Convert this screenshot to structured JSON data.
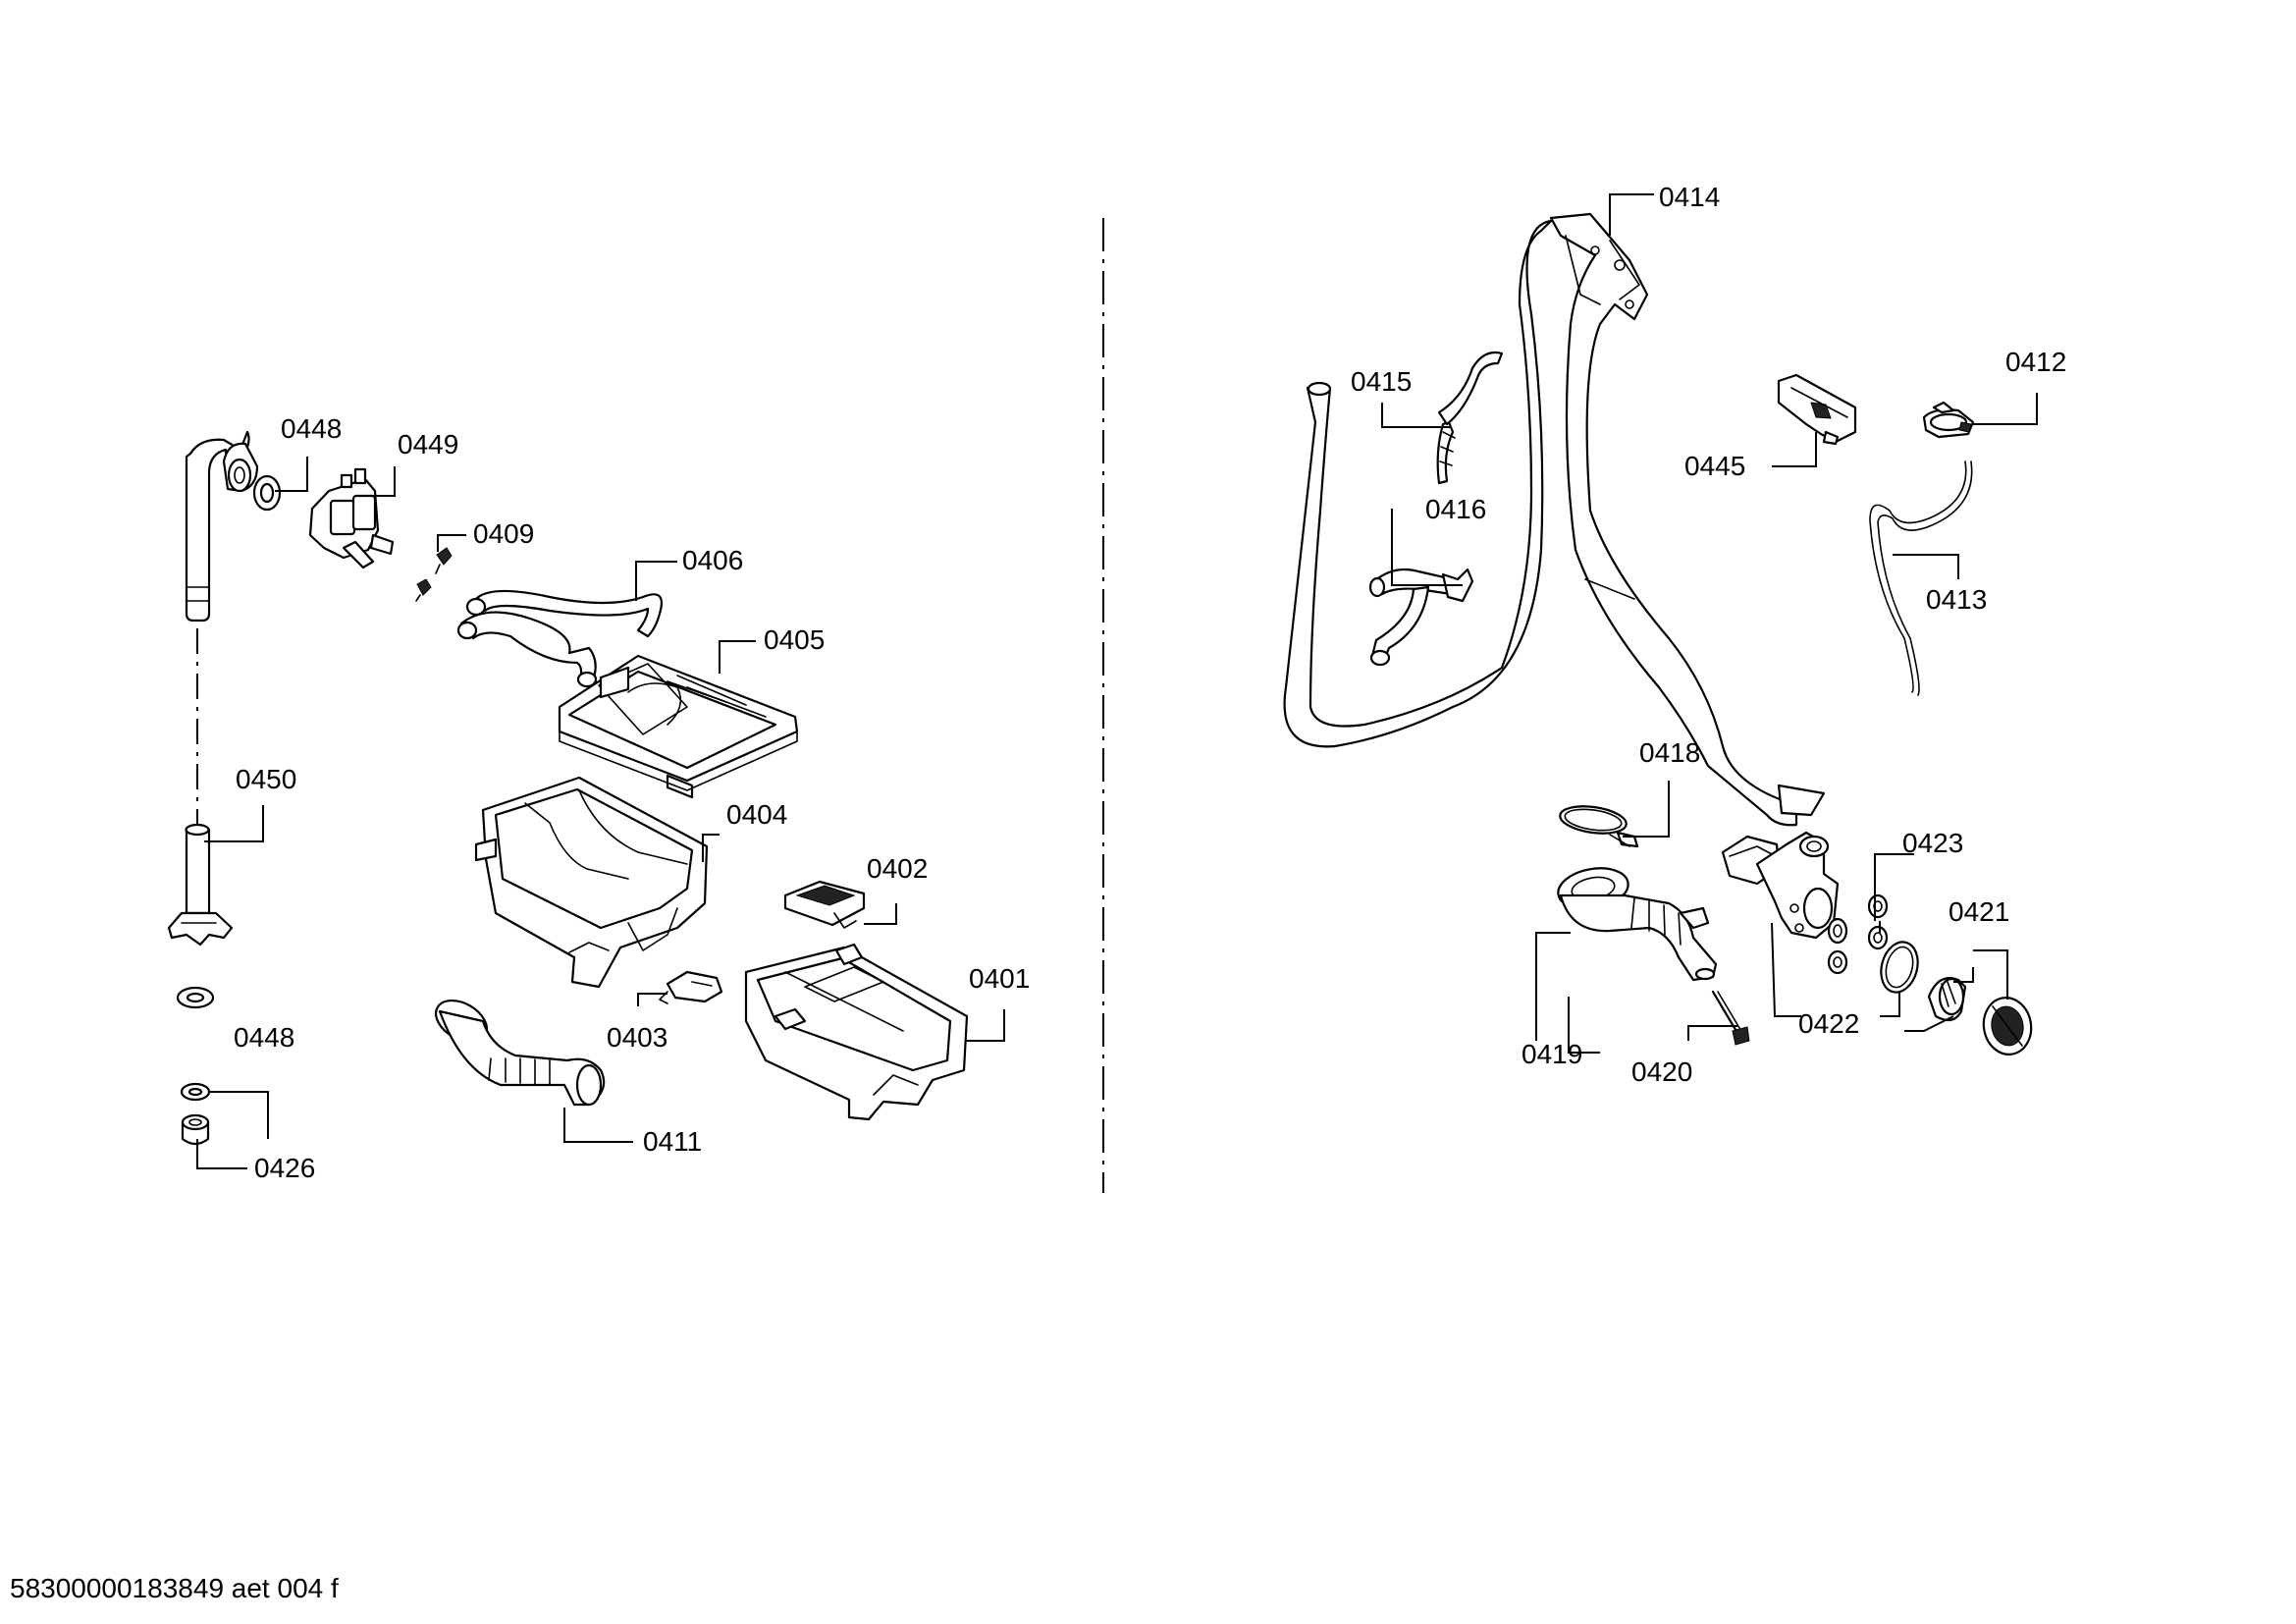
{
  "footer": {
    "document_code": "58300000183849 aet 004 f"
  },
  "callouts": {
    "p0448a": "0448",
    "p0449": "0449",
    "p0409": "0409",
    "p0406": "0406",
    "p0405": "0405",
    "p0450": "0450",
    "p0404": "0404",
    "p0402": "0402",
    "p0401": "0401",
    "p0403": "0403",
    "p0448b": "0448",
    "p0426": "0426",
    "p0411": "0411",
    "p0414": "0414",
    "p0415": "0415",
    "p0412": "0412",
    "p0445": "0445",
    "p0416": "0416",
    "p0413": "0413",
    "p0418": "0418",
    "p0423": "0423",
    "p0421": "0421",
    "p0422": "0422",
    "p0419": "0419",
    "p0420": "0420"
  }
}
